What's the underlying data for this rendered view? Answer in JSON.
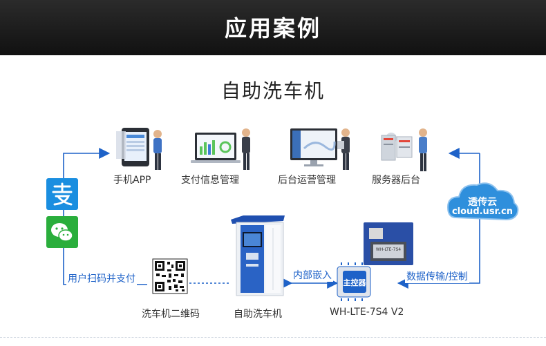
{
  "header": {
    "title": "应用案例"
  },
  "subtitle": "自助洗车机",
  "nodes": {
    "phone_app": "手机APP",
    "payment_mgmt": "支付信息管理",
    "backend_ops": "后台运营管理",
    "server_backend": "服务器后台",
    "qr_code": "洗车机二维码",
    "car_wash": "自助洗车机",
    "module": "WH-LTE-7S4 V2"
  },
  "edges": {
    "user_pay": "用户扫码并支付",
    "embedded": "内部嵌入",
    "data_transfer": "数据传输/控制"
  },
  "cloud": {
    "line1": "透传云",
    "line2": "cloud.usr.cn"
  },
  "chip": {
    "label": "主控器",
    "module_text": "WH-LTE-7S4"
  },
  "colors": {
    "accent": "#1e62c8",
    "alipay": "#1a8ee0",
    "wechat": "#2aae3c",
    "cloud": "#2f8fdc"
  },
  "icons": [
    "alipay-icon",
    "wechat-icon",
    "cloud-icon",
    "qr-code-icon"
  ]
}
